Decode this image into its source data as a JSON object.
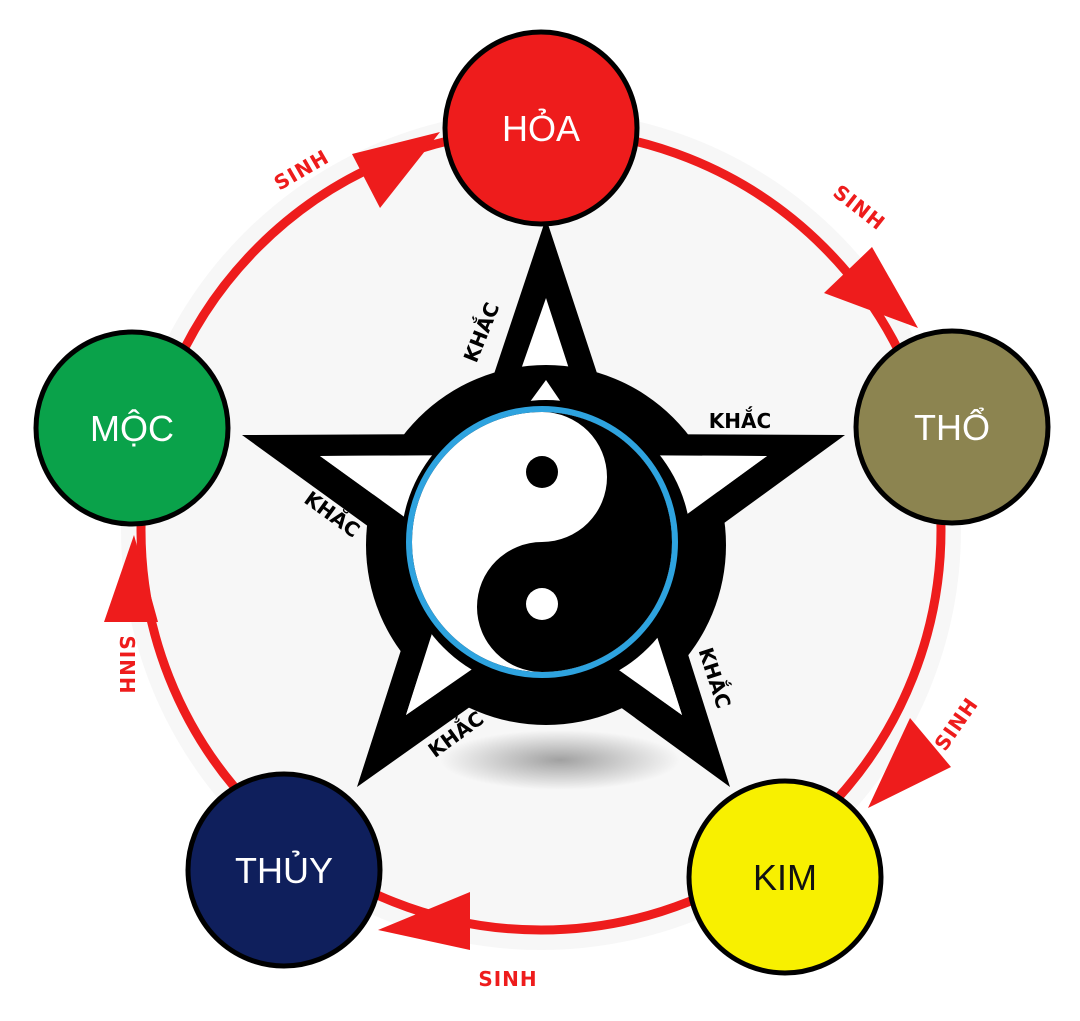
{
  "elements": {
    "hoa": {
      "label": "HỎA",
      "color": "#ee1c1c"
    },
    "tho": {
      "label": "THỔ",
      "color": "#8c8450"
    },
    "kim": {
      "label": "KIM",
      "color": "#f8f000"
    },
    "thuy": {
      "label": "THỦY",
      "color": "#0f1f5c"
    },
    "moc": {
      "label": "MỘC",
      "color": "#0aa24a"
    }
  },
  "generating_label": "SINH",
  "controlling_label": "KHẮC",
  "colors": {
    "cycle_ring": "#ee1c1c",
    "star": "#000000",
    "taiji_ring": "#2ea3df"
  }
}
